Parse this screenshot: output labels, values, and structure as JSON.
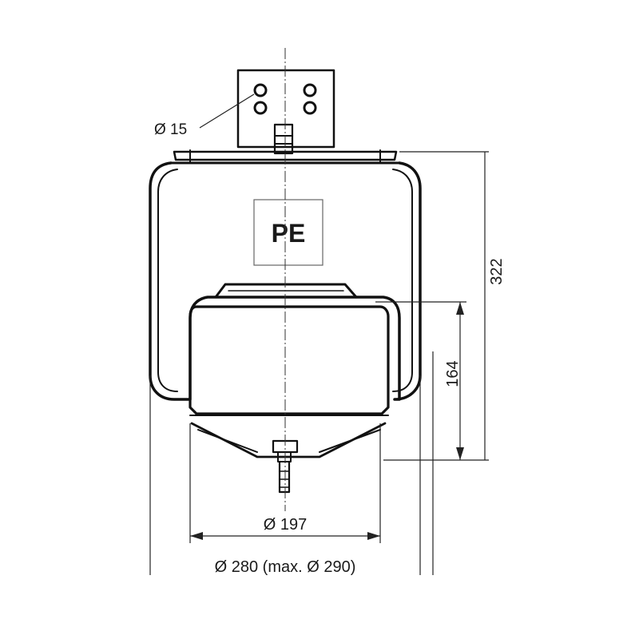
{
  "diagram": {
    "logo_text": "PE",
    "dimensions": {
      "bolt_hole_diameter": "Ø 15",
      "total_height": "322",
      "piston_height": "164",
      "piston_diameter": "Ø 197",
      "bellow_diameter": "Ø 280 (max. Ø 290)"
    }
  }
}
